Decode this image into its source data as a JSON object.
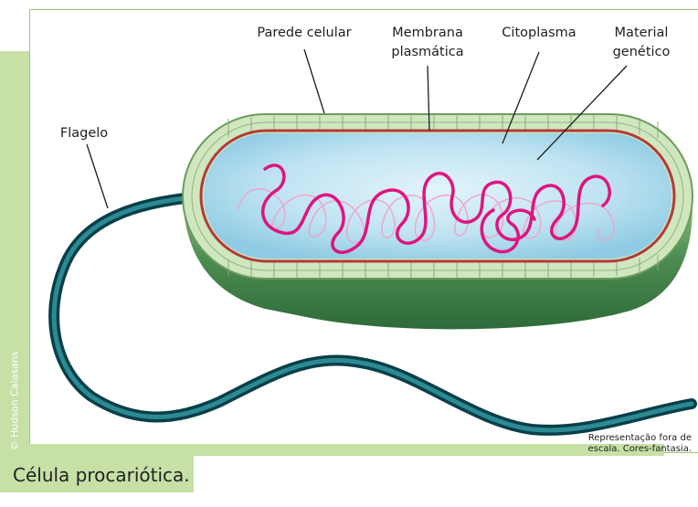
{
  "labels": {
    "parede": "Parede celular",
    "membrana_1": "Membrana",
    "membrana_2": "plasmática",
    "citoplasma": "Citoplasma",
    "material_1": "Material",
    "material_2": "genético",
    "flagelo": "Flagelo"
  },
  "note": {
    "line1": "Representação fora de",
    "line2": "escala. Cores-fantasia."
  },
  "credit": "© Hudson Calasans",
  "caption": "Célula procariótica.",
  "colors": {
    "strip": "#c6e0a6",
    "wall": "#cfe6bf",
    "membrane": "#b23a3a",
    "cytoplasm": "#bfe3f2",
    "dna": "#e0147f",
    "flagellum": "#0d5560",
    "base": "#5f9b5c"
  }
}
